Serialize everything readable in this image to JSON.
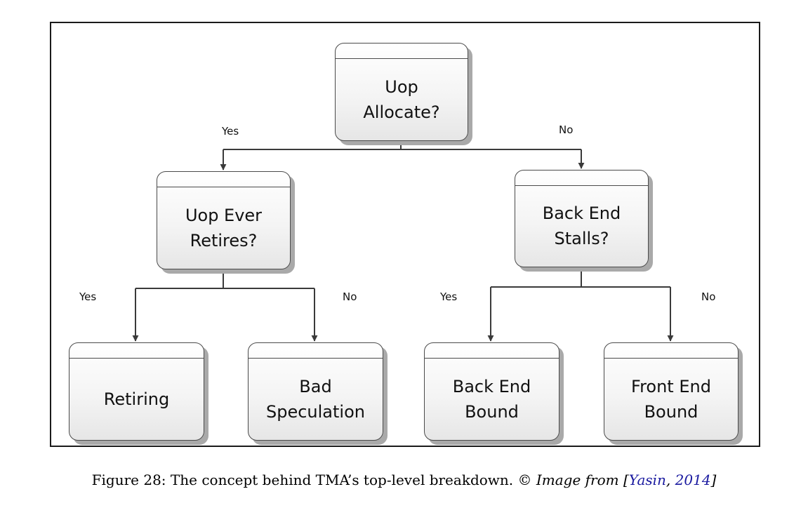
{
  "nodes": {
    "uop_allocate": "Uop\nAllocate?",
    "uop_ever_retires": "Uop Ever\nRetires?",
    "back_end_stalls": "Back End\nStalls?",
    "retiring": "Retiring",
    "bad_speculation": "Bad\nSpeculation",
    "back_end_bound": "Back End\nBound",
    "front_end_bound": "Front End\nBound"
  },
  "edge_labels": {
    "allocate_yes": "Yes",
    "allocate_no": "No",
    "retires_yes": "Yes",
    "retires_no": "No",
    "stalls_yes": "Yes",
    "stalls_no": "No"
  },
  "caption": {
    "figure_label": "Figure 28:",
    "text": "The concept behind TMA’s top-level breakdown.",
    "symbol": "©",
    "source_prefix": "Image from",
    "open_bracket": "[",
    "author": "Yasin",
    "separator": ",",
    "year": "2014",
    "close_bracket": "]"
  }
}
